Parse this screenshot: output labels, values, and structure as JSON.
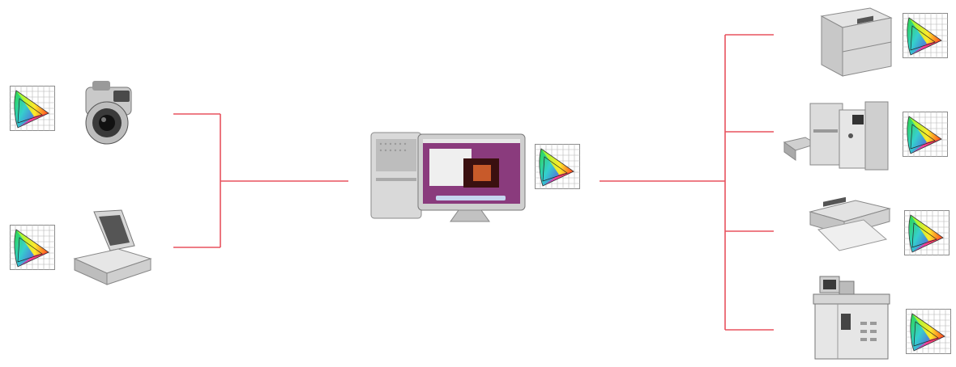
{
  "diagram": {
    "line_color": "#e8525e",
    "inputs": [
      {
        "device": "digital-camera",
        "icon": "camera-icon",
        "profile_icon": "color-gamut-icon"
      },
      {
        "device": "flatbed-scanner",
        "icon": "scanner-icon",
        "profile_icon": "color-gamut-icon"
      }
    ],
    "hub": {
      "device": "desktop-computer-with-monitor",
      "icon": "computer-icon",
      "profile_icon": "color-gamut-icon"
    },
    "outputs": [
      {
        "device": "laser-printer",
        "icon": "laser-printer-icon",
        "profile_icon": "color-gamut-icon"
      },
      {
        "device": "printing-press",
        "icon": "printing-press-icon",
        "profile_icon": "color-gamut-icon"
      },
      {
        "device": "inkjet-printer",
        "icon": "inkjet-printer-icon",
        "profile_icon": "color-gamut-icon"
      },
      {
        "device": "photo-minilab",
        "icon": "photo-lab-icon",
        "profile_icon": "color-gamut-icon"
      }
    ]
  }
}
